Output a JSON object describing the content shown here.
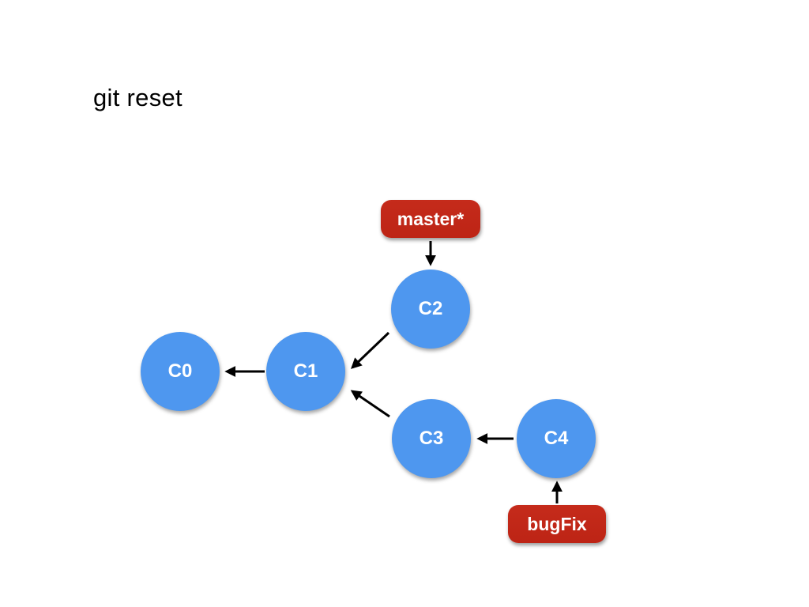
{
  "slide": {
    "title": "git reset"
  },
  "colors": {
    "background": "#ffffff",
    "node_fill": "#4e97ef",
    "branch_fill": "#c2271a",
    "label_text": "#ffffff",
    "arrow": "#000000",
    "title_text": "#000000"
  },
  "graph": {
    "nodes": [
      {
        "id": "C0",
        "label": "C0"
      },
      {
        "id": "C1",
        "label": "C1"
      },
      {
        "id": "C2",
        "label": "C2"
      },
      {
        "id": "C3",
        "label": "C3"
      },
      {
        "id": "C4",
        "label": "C4"
      }
    ],
    "edges": [
      {
        "from": "C1",
        "to": "C0"
      },
      {
        "from": "C2",
        "to": "C1"
      },
      {
        "from": "C3",
        "to": "C1"
      },
      {
        "from": "C4",
        "to": "C3"
      }
    ],
    "branches": [
      {
        "label": "master*",
        "points_to": "C2"
      },
      {
        "label": "bugFix",
        "points_to": "C4"
      }
    ]
  }
}
